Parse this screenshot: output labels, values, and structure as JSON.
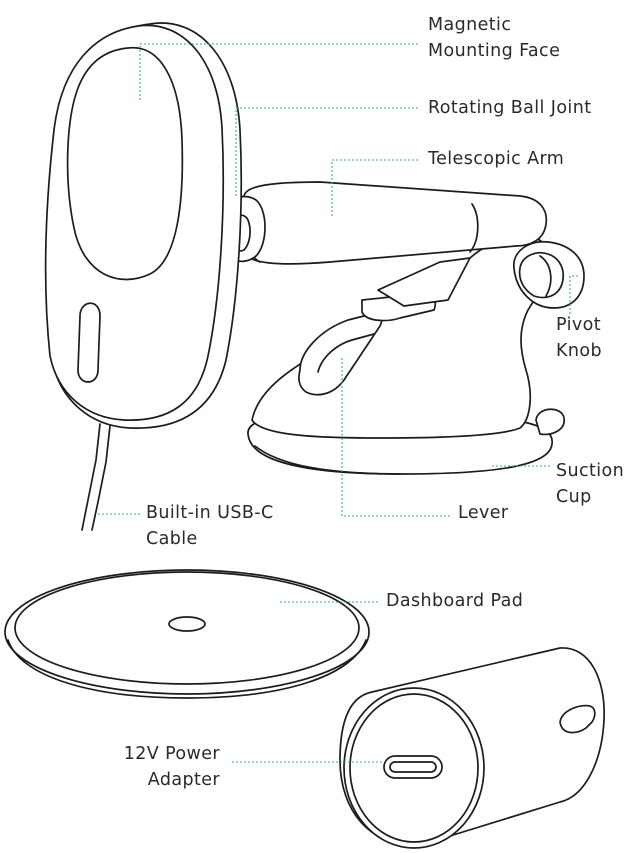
{
  "labels": {
    "magnetic_face": [
      "Magnetic",
      "Mounting Face"
    ],
    "ball_joint": [
      "Rotating Ball Joint"
    ],
    "telescopic_arm": [
      "Telescopic Arm"
    ],
    "pivot_knob": [
      "Pivot",
      "Knob"
    ],
    "suction_cup": [
      "Suction",
      "Cup"
    ],
    "lever": [
      "Lever"
    ],
    "usb_cable": [
      "Built-in USB-C",
      "Cable"
    ],
    "dashboard_pad": [
      "Dashboard Pad"
    ],
    "power_adapter": [
      "12V Power",
      "Adapter"
    ]
  },
  "colors": {
    "leader": "#2fb08a",
    "ink": "#1c1c1c",
    "text": "#2a2a2a"
  }
}
